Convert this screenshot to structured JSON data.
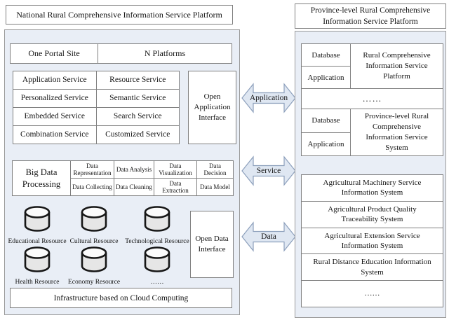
{
  "colors": {
    "panel_fill": "#e9eef6",
    "box_border": "#7f7f7f",
    "arrow_fill": "#dfe7f2",
    "arrow_stroke": "#8da0bc"
  },
  "left_panel": {
    "title": "National Rural Comprehensive Information Service Platform",
    "portal_row": {
      "left": "One Portal Site",
      "right": "N Platforms"
    },
    "services": [
      "Application Service",
      "Resource Service",
      "Personalized Service",
      "Semantic Service",
      "Embedded Service",
      "Search Service",
      "Combination Service",
      "Customized Service"
    ],
    "open_application_interface": "Open Application Interface",
    "big_data": {
      "label": "Big Data Processing",
      "row1": [
        "Data Representation",
        "Data Analysis",
        "Data Visualization",
        "Data Decision"
      ],
      "row2": [
        "Data Collecting",
        "Data Cleaning",
        "Data Extraction",
        "Data Model"
      ]
    },
    "resources": [
      "Educational Resource",
      "Cultural Resource",
      "Technological Resource",
      "Health Resource",
      "Economy Resource",
      "……"
    ],
    "open_data_interface": "Open Data Interface",
    "infrastructure": "Infrastructure based on Cloud Computing"
  },
  "arrows": [
    {
      "label": "Application"
    },
    {
      "label": "Service"
    },
    {
      "label": "Data"
    }
  ],
  "right_panel": {
    "title": "Province-level Rural Comprehensive Information Service Platform",
    "platform_box": {
      "db": "Database",
      "app": "Application",
      "desc": "Rural Comprehensive Information Service Platform"
    },
    "dots": "……",
    "system_box": {
      "db": "Database",
      "app": "Application",
      "desc": "Province-level Rural Comprehensive Information Service System"
    },
    "systems": [
      "Agricultural Machinery Service Information System",
      "Agricultural Product Quality Traceability System",
      "Agricultural Extension Service Information System",
      "Rural Distance Education Information System",
      "……"
    ]
  },
  "icons": {
    "resource": "database-cylinder-icon"
  }
}
